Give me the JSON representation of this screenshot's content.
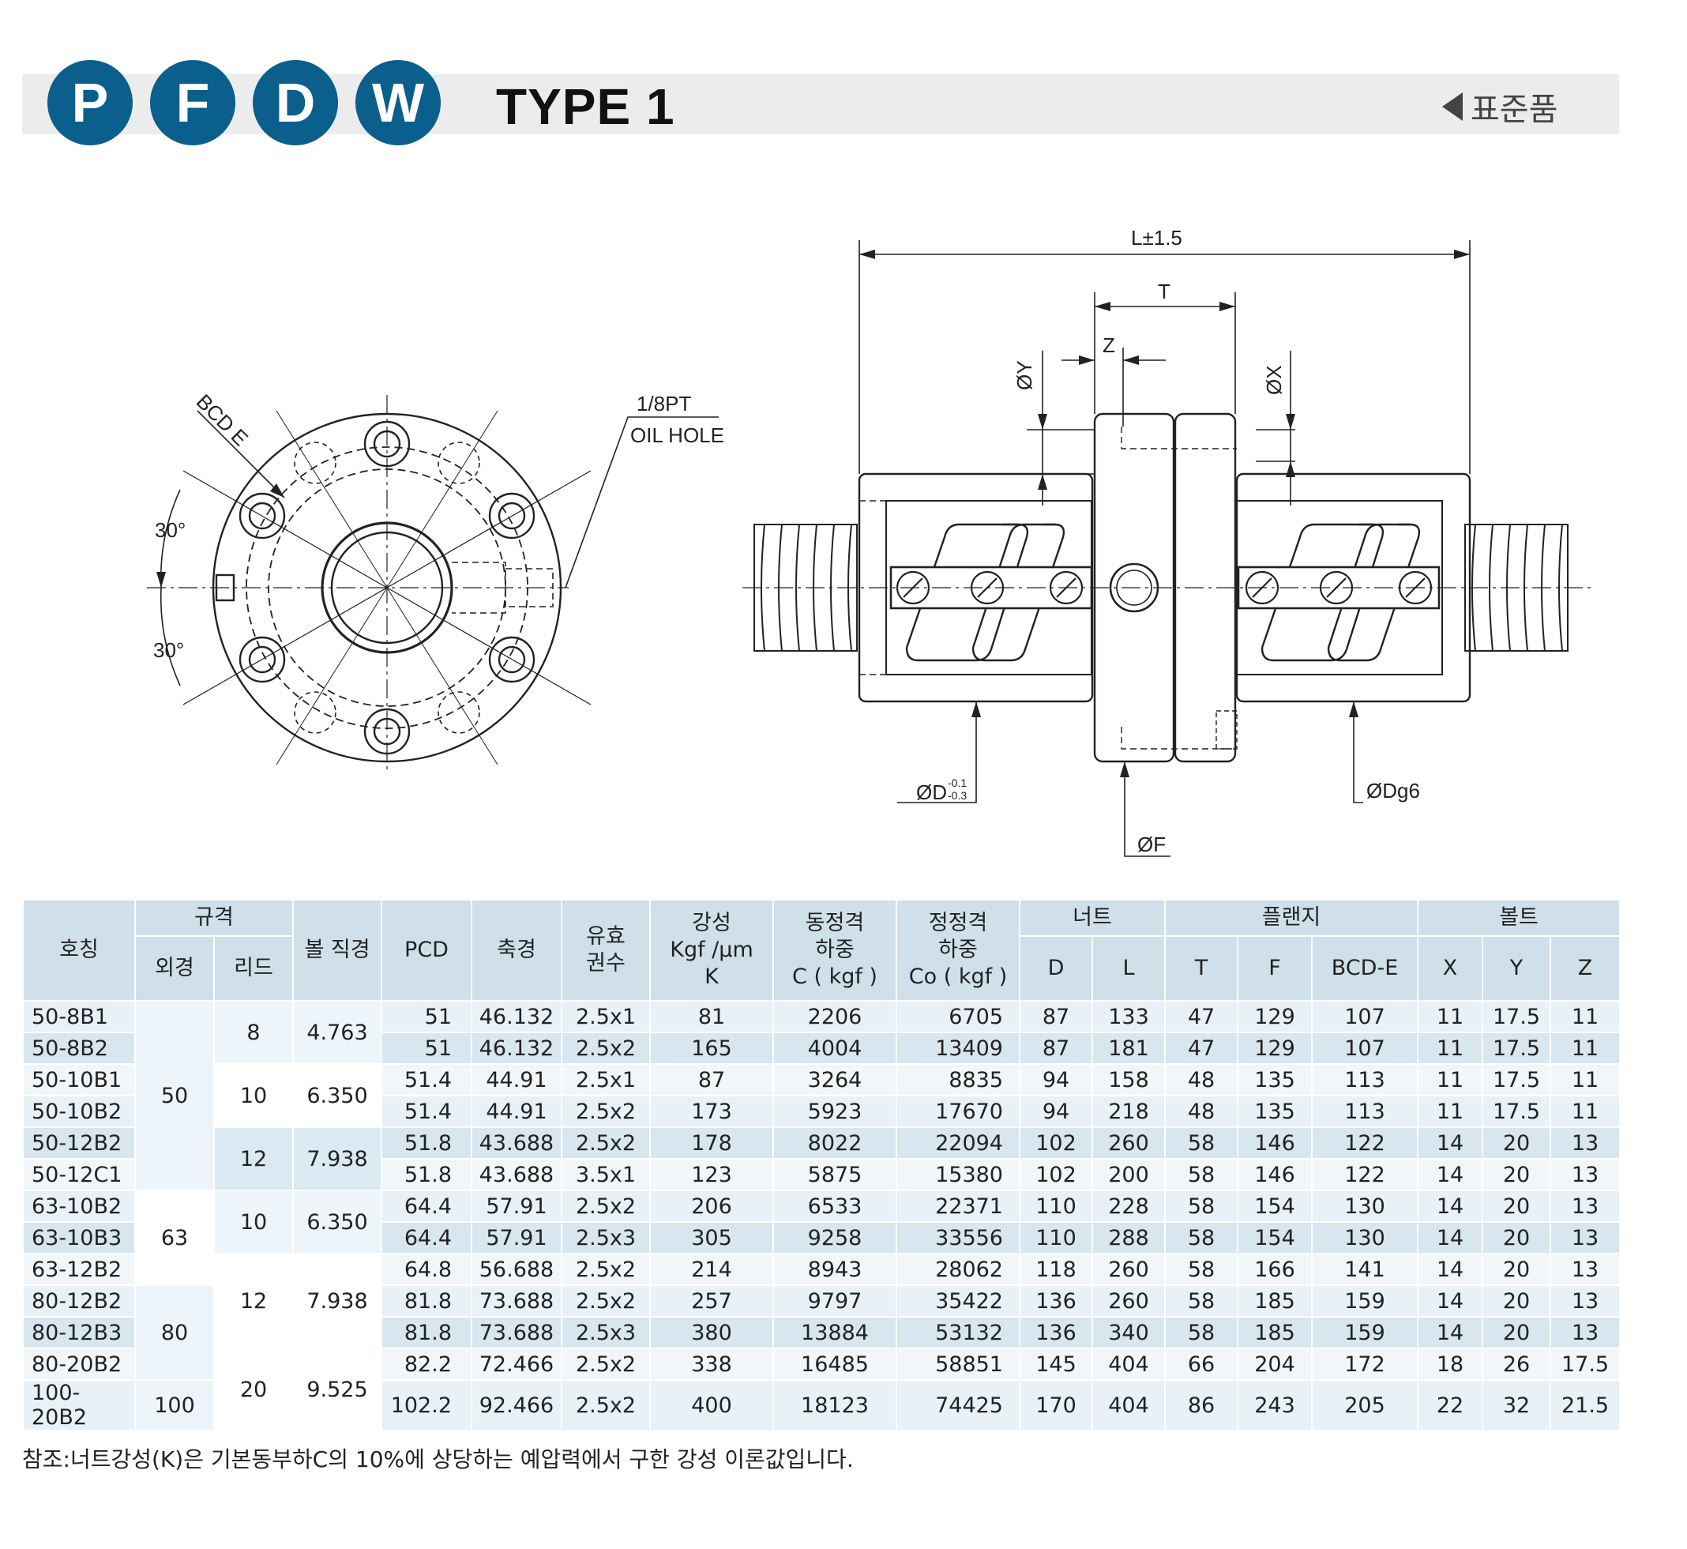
{
  "header": {
    "badges": [
      "P",
      "F",
      "D",
      "W"
    ],
    "title": "TYPE 1",
    "standard_label": "표준품"
  },
  "drawing": {
    "bcd": "BCD E",
    "angle_top": "30°",
    "angle_bottom": "30°",
    "oil_hole_line1": "1/8PT",
    "oil_hole_line2": "OIL HOLE",
    "length": "L±1.5",
    "t": "T",
    "z": "Z",
    "y": "ØY",
    "x": "ØX",
    "d": "ØD",
    "d_tol_top": "-0.1",
    "d_tol_bottom": "-0.3",
    "dg6": "ØDg6",
    "f": "ØF"
  },
  "table": {
    "headers": {
      "name": "호칭",
      "spec": "규격",
      "outer": "외경",
      "lead": "리드",
      "ball": "볼 직경",
      "pcd": "PCD",
      "shaft": "축경",
      "turns_1": "유효",
      "turns_2": "권수",
      "rigidity_1": "강성",
      "rigidity_2": "Kgf /μm",
      "rigidity_3": "K",
      "dyn_1": "동정격",
      "dyn_2": "하중",
      "dyn_3": "C ( kgf )",
      "sta_1": "정정격",
      "sta_2": "하중",
      "sta_3": "Co ( kgf )",
      "nut": "너트",
      "flange": "플랜지",
      "bolt": "볼트",
      "D": "D",
      "L": "L",
      "T": "T",
      "F": "F",
      "BCDE": "BCD-E",
      "X": "X",
      "Y": "Y",
      "Z": "Z"
    },
    "groups": {
      "outer_50": "50",
      "outer_63": "63",
      "outer_80": "80",
      "outer_100": "100",
      "lead_8": "8",
      "lead_10a": "10",
      "lead_12a": "12",
      "lead_10b": "10",
      "lead_12b": "12",
      "lead_20": "20",
      "ball_8": "4.763",
      "ball_10a": "6.350",
      "ball_12a": "7.938",
      "ball_10b": "6.350",
      "ball_12b": "7.938",
      "ball_20": "9.525"
    },
    "rows": [
      {
        "name": "50-8B1",
        "pcd": "51",
        "shaft": "46.132",
        "turns": "2.5x1",
        "k": "81",
        "c": "2206",
        "co": "6705",
        "D": "87",
        "L": "133",
        "T": "47",
        "F": "129",
        "BCDE": "107",
        "X": "11",
        "Y": "17.5",
        "Z": "11"
      },
      {
        "name": "50-8B2",
        "pcd": "51",
        "shaft": "46.132",
        "turns": "2.5x2",
        "k": "165",
        "c": "4004",
        "co": "13409",
        "D": "87",
        "L": "181",
        "T": "47",
        "F": "129",
        "BCDE": "107",
        "X": "11",
        "Y": "17.5",
        "Z": "11"
      },
      {
        "name": "50-10B1",
        "pcd": "51.4",
        "shaft": "44.91",
        "turns": "2.5x1",
        "k": "87",
        "c": "3264",
        "co": "8835",
        "D": "94",
        "L": "158",
        "T": "48",
        "F": "135",
        "BCDE": "113",
        "X": "11",
        "Y": "17.5",
        "Z": "11"
      },
      {
        "name": "50-10B2",
        "pcd": "51.4",
        "shaft": "44.91",
        "turns": "2.5x2",
        "k": "173",
        "c": "5923",
        "co": "17670",
        "D": "94",
        "L": "218",
        "T": "48",
        "F": "135",
        "BCDE": "113",
        "X": "11",
        "Y": "17.5",
        "Z": "11"
      },
      {
        "name": "50-12B2",
        "pcd": "51.8",
        "shaft": "43.688",
        "turns": "2.5x2",
        "k": "178",
        "c": "8022",
        "co": "22094",
        "D": "102",
        "L": "260",
        "T": "58",
        "F": "146",
        "BCDE": "122",
        "X": "14",
        "Y": "20",
        "Z": "13"
      },
      {
        "name": "50-12C1",
        "pcd": "51.8",
        "shaft": "43.688",
        "turns": "3.5x1",
        "k": "123",
        "c": "5875",
        "co": "15380",
        "D": "102",
        "L": "200",
        "T": "58",
        "F": "146",
        "BCDE": "122",
        "X": "14",
        "Y": "20",
        "Z": "13"
      },
      {
        "name": "63-10B2",
        "pcd": "64.4",
        "shaft": "57.91",
        "turns": "2.5x2",
        "k": "206",
        "c": "6533",
        "co": "22371",
        "D": "110",
        "L": "228",
        "T": "58",
        "F": "154",
        "BCDE": "130",
        "X": "14",
        "Y": "20",
        "Z": "13"
      },
      {
        "name": "63-10B3",
        "pcd": "64.4",
        "shaft": "57.91",
        "turns": "2.5x3",
        "k": "305",
        "c": "9258",
        "co": "33556",
        "D": "110",
        "L": "288",
        "T": "58",
        "F": "154",
        "BCDE": "130",
        "X": "14",
        "Y": "20",
        "Z": "13"
      },
      {
        "name": "63-12B2",
        "pcd": "64.8",
        "shaft": "56.688",
        "turns": "2.5x2",
        "k": "214",
        "c": "8943",
        "co": "28062",
        "D": "118",
        "L": "260",
        "T": "58",
        "F": "166",
        "BCDE": "141",
        "X": "14",
        "Y": "20",
        "Z": "13"
      },
      {
        "name": "80-12B2",
        "pcd": "81.8",
        "shaft": "73.688",
        "turns": "2.5x2",
        "k": "257",
        "c": "9797",
        "co": "35422",
        "D": "136",
        "L": "260",
        "T": "58",
        "F": "185",
        "BCDE": "159",
        "X": "14",
        "Y": "20",
        "Z": "13"
      },
      {
        "name": "80-12B3",
        "pcd": "81.8",
        "shaft": "73.688",
        "turns": "2.5x3",
        "k": "380",
        "c": "13884",
        "co": "53132",
        "D": "136",
        "L": "340",
        "T": "58",
        "F": "185",
        "BCDE": "159",
        "X": "14",
        "Y": "20",
        "Z": "13"
      },
      {
        "name": "80-20B2",
        "pcd": "82.2",
        "shaft": "72.466",
        "turns": "2.5x2",
        "k": "338",
        "c": "16485",
        "co": "58851",
        "D": "145",
        "L": "404",
        "T": "66",
        "F": "204",
        "BCDE": "172",
        "X": "18",
        "Y": "26",
        "Z": "17.5"
      },
      {
        "name": "100-20B2",
        "pcd": "102.2",
        "shaft": "92.466",
        "turns": "2.5x2",
        "k": "400",
        "c": "18123",
        "co": "74425",
        "D": "170",
        "L": "404",
        "T": "86",
        "F": "243",
        "BCDE": "205",
        "X": "22",
        "Y": "32",
        "Z": "21.5"
      }
    ]
  },
  "note": "참조:너트강성(K)은 기본동부하C의 10%에 상당하는 예압력에서 구한 강성 이론값입니다.",
  "colors": {
    "badge": "#0b5f8c",
    "header_bg": "#ececec",
    "table_header": "#cfe0ea"
  }
}
